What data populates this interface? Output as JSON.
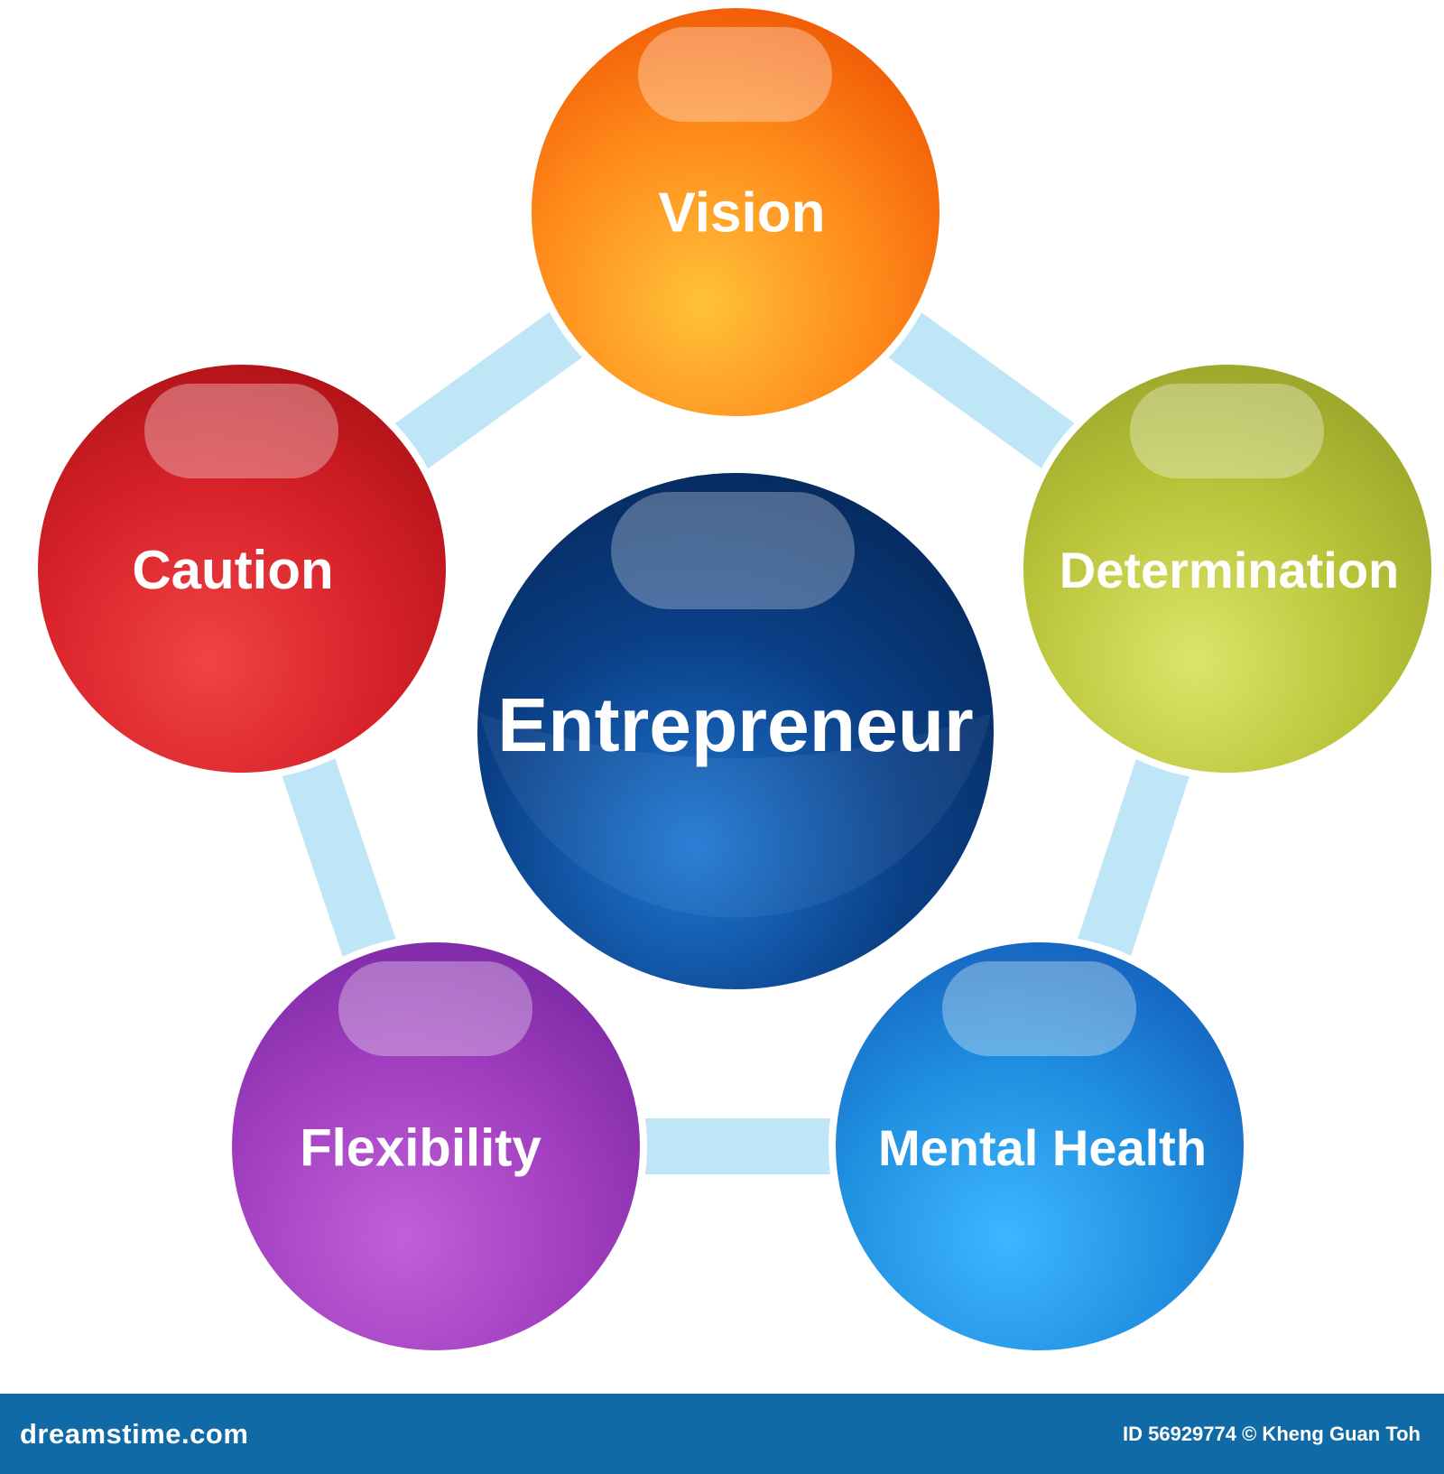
{
  "center": {
    "label": "Entrepreneur",
    "color": "#0a3f86",
    "dark": "#062a5e",
    "light": "#1f78d4"
  },
  "nodes": [
    {
      "id": "vision",
      "label": "Vision",
      "color": "#ff8a1a",
      "dark": "#f05a05",
      "light": "#ffc23a"
    },
    {
      "id": "determination",
      "label": "Determination",
      "color": "#b9c43a",
      "dark": "#9aa52a",
      "light": "#dde56a"
    },
    {
      "id": "mental-health",
      "label": "Mental Health",
      "color": "#1f8fe0",
      "dark": "#1563bf",
      "light": "#3fb6ff"
    },
    {
      "id": "flexibility",
      "label": "Flexibility",
      "color": "#a23fc0",
      "dark": "#7d2aa6",
      "light": "#c060d8"
    },
    {
      "id": "caution",
      "label": "Caution",
      "color": "#d8222a",
      "dark": "#b01317",
      "light": "#ef4444"
    }
  ],
  "ring_color": "#bfe6f7",
  "footer": {
    "site": "dreamstime.com",
    "credit": "ID 56929774 © Kheng Guan Toh",
    "background": "#0f6aa6"
  }
}
